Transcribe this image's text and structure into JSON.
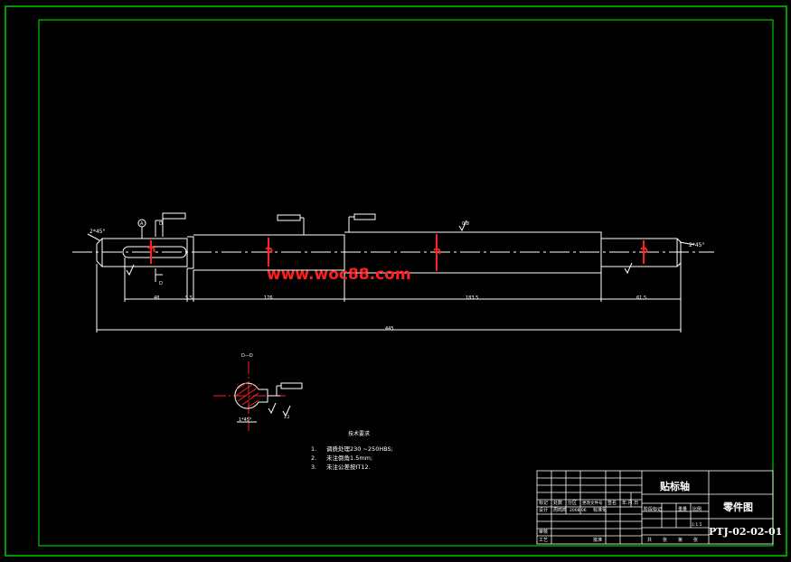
{
  "colors": {
    "frame": "#00c800",
    "line": "#ffffff",
    "accent": "#ff2020",
    "background": "#000000"
  },
  "watermark": "www.woc88.com",
  "shaft": {
    "chamfer_left": "2*45°",
    "chamfer_right": "2*45°",
    "datum": "A",
    "section_mark": "D",
    "tolerance_frames": [
      "",
      "",
      " "
    ],
    "roughness": "0.8",
    "dimensions": {
      "d1": "48",
      "d2": "5.5",
      "d3": "176",
      "d4": "183.5",
      "d5": "61.5",
      "total": "445"
    }
  },
  "section": {
    "title": "D—D",
    "chamfer": "1*45°",
    "roughness": "3.2"
  },
  "requirements": {
    "title": "技术要求",
    "items": [
      {
        "n": "1.",
        "text": "调质处理230 ~250HBS;"
      },
      {
        "n": "2.",
        "text": "未注倒角1.5mm;"
      },
      {
        "n": "3.",
        "text": "未注公差按IT12."
      }
    ]
  },
  "title_block": {
    "part_name": "贴标轴",
    "drawing_type": "零件图",
    "drawing_no": "PTJ-02-02-01",
    "scale": "1:1.5",
    "headers": [
      "标记",
      "处数",
      "分区",
      "更改文件号",
      "签名",
      "年.月.日"
    ],
    "row_design": [
      "设计",
      "周鸣鸣",
      "2008.06",
      "标准化"
    ],
    "row_stage": [
      "阶段标记",
      "重量",
      "比例"
    ],
    "row_review": [
      "审核"
    ],
    "row_process": [
      "工艺",
      "批准"
    ],
    "sheet": [
      "共",
      "张",
      "第",
      "张"
    ]
  }
}
